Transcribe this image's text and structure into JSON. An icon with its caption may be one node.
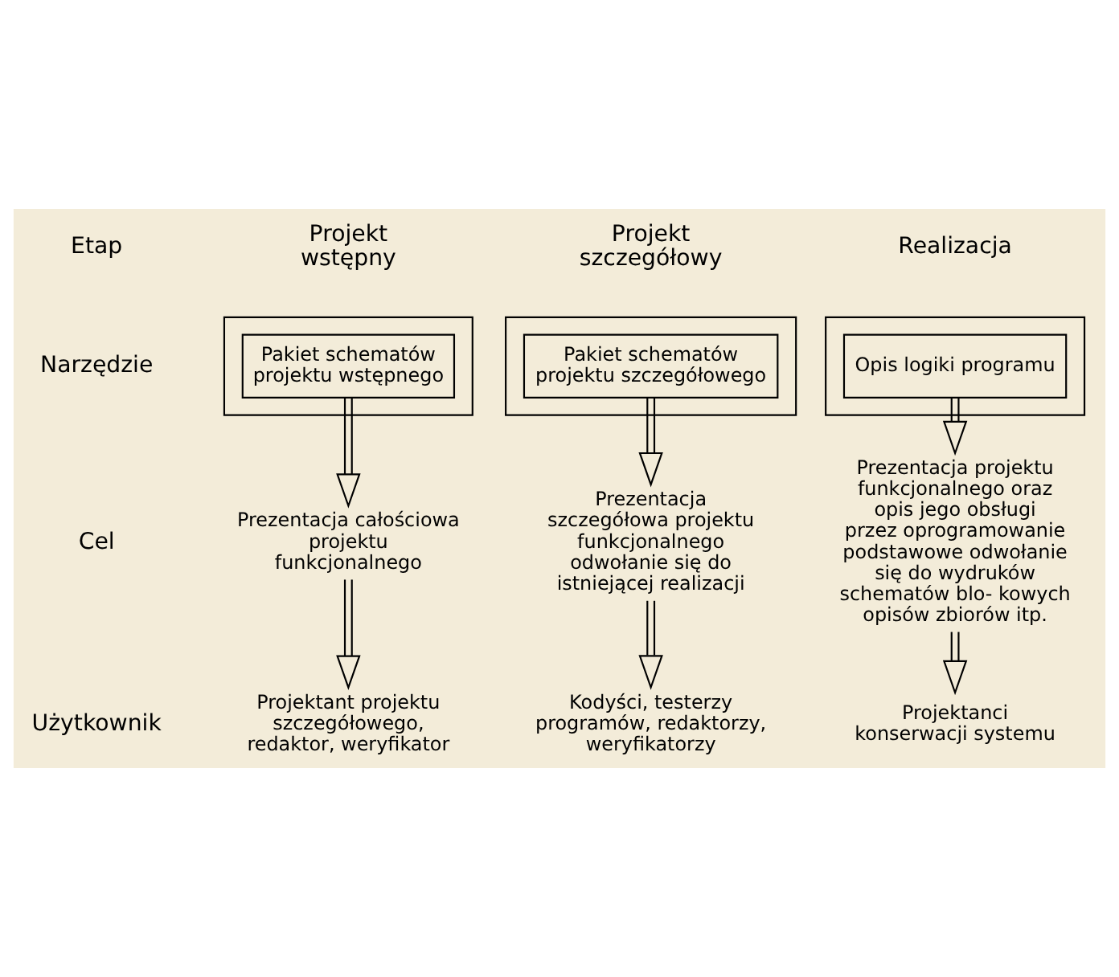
{
  "diagram": {
    "nodes": [
      {
        "text": [],
        "shape": "box"
      },
      {
        "text": [
          "Pakiet schematów projektu wstępnego"
        ],
        "in": 0
      },
      {
        "text": [],
        "shape": "box"
      },
      {
        "text": [
          "Pakiet schematów projektu szczegółowego"
        ],
        "in": 2
      },
      {
        "text": [],
        "shape": "box"
      },
      {
        "text": [
          "Opis logiki programu"
        ],
        "in": 4
      },
      {
        "text": [
          "Prezentacja całościowa projektu funkcjonalnego"
        ]
      },
      {
        "text": [
          "Prezentacja szczegółowa projektu funkcjonalnego odwołanie się do istniejącej realizacji"
        ]
      },
      {
        "text": [
          "Prezentacja projektu funkcjonalnego oraz opis jego obsługi przez oprogramowanie podstawowe odwołanie się do wydruków schematów blo- kowych opisów zbiorów itp."
        ]
      },
      {
        "text": [
          "Projektant projektu szczegółowego, redaktor, weryfikator"
        ]
      },
      {
        "text": [
          "Kodyści, testerzy programów, redaktorzy, weryfikatorzy"
        ]
      },
      {
        "text": [
          "Projektanci konserwacji systemu"
        ]
      }
    ],
    "edges": [
      {
        "from": 1,
        "to": 6,
        "arrow": "to"
      },
      {
        "from": 6,
        "to": 9,
        "arrow": "to"
      },
      {
        "from": 3,
        "to": 7,
        "arrow": "to"
      },
      {
        "from": 7,
        "to": 10,
        "arrow": "to"
      },
      {
        "from": 5,
        "to": 8,
        "arrow": "to"
      },
      {
        "from": 8,
        "to": 11,
        "arrow": "to"
      }
    ],
    "labels": [
      "Etap",
      "Projekt wstępny",
      "Projekt szczegółowy",
      "Realizacja",
      "Narzędzie",
      "Cel",
      "Użytkownik"
    ]
  }
}
